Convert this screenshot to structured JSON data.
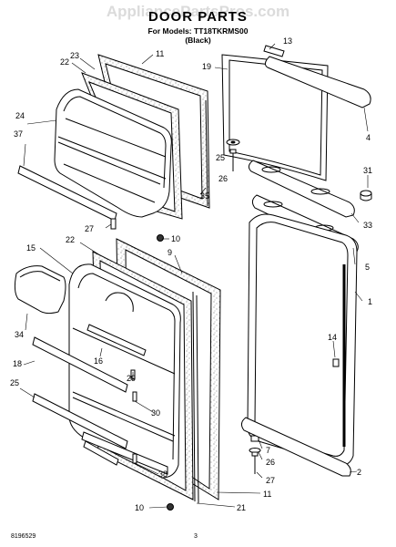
{
  "header": {
    "watermark": "AppliancePartsPros.com",
    "title": "DOOR PARTS",
    "models_line": "For Models: TT18TKRMS00",
    "color_line": "(Black)"
  },
  "callouts": [
    "1",
    "2",
    "3",
    "4",
    "5",
    "7",
    "9",
    "10",
    "10",
    "11",
    "11",
    "13",
    "14",
    "15",
    "16",
    "18",
    "19",
    "21",
    "22",
    "22",
    "23",
    "24",
    "25",
    "26",
    "26",
    "27",
    "27",
    "29",
    "29",
    "30",
    "31",
    "33",
    "34",
    "35",
    "37",
    "38"
  ],
  "footer": {
    "doc_number": "8196529",
    "page_number": "3"
  }
}
